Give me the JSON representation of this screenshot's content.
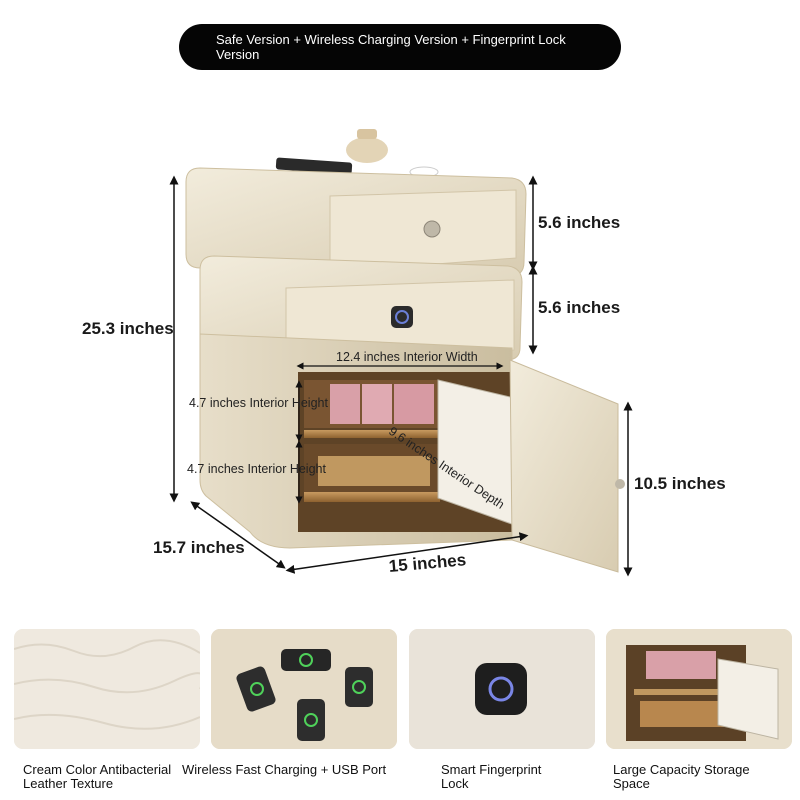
{
  "header": {
    "version_line": "Safe Version + Wireless Charging Version + Fingerprint Lock Version"
  },
  "dimensions": {
    "total_height": "25.3 inches",
    "drawer_top": "5.6 inches",
    "drawer_middle": "5.6 inches",
    "cabinet_height": "10.5 inches",
    "depth": "15.7 inches",
    "width": "15 inches",
    "interior_width": "12.4 inches Interior Width",
    "interior_height_upper": "4.7 inches Interior Height",
    "interior_height_lower": "4.7 inches Interior Height",
    "interior_depth": "9.6 inches Interior Depth"
  },
  "features": [
    {
      "label": "Cream Color Antibacterial Leather Texture",
      "icon": "leather-texture"
    },
    {
      "label": "Wireless Fast Charging + USB Port",
      "icon": "wireless-charging"
    },
    {
      "label": "Smart Fingerprint Lock",
      "icon": "fingerprint-lock"
    },
    {
      "label": "Large Capacity Storage Space",
      "icon": "safe-storage"
    }
  ],
  "colors": {
    "cream": "#e9e0cc",
    "cream_shadow": "#cfc3a8",
    "pill_bg": "#050505",
    "wood": "#b8874e"
  }
}
